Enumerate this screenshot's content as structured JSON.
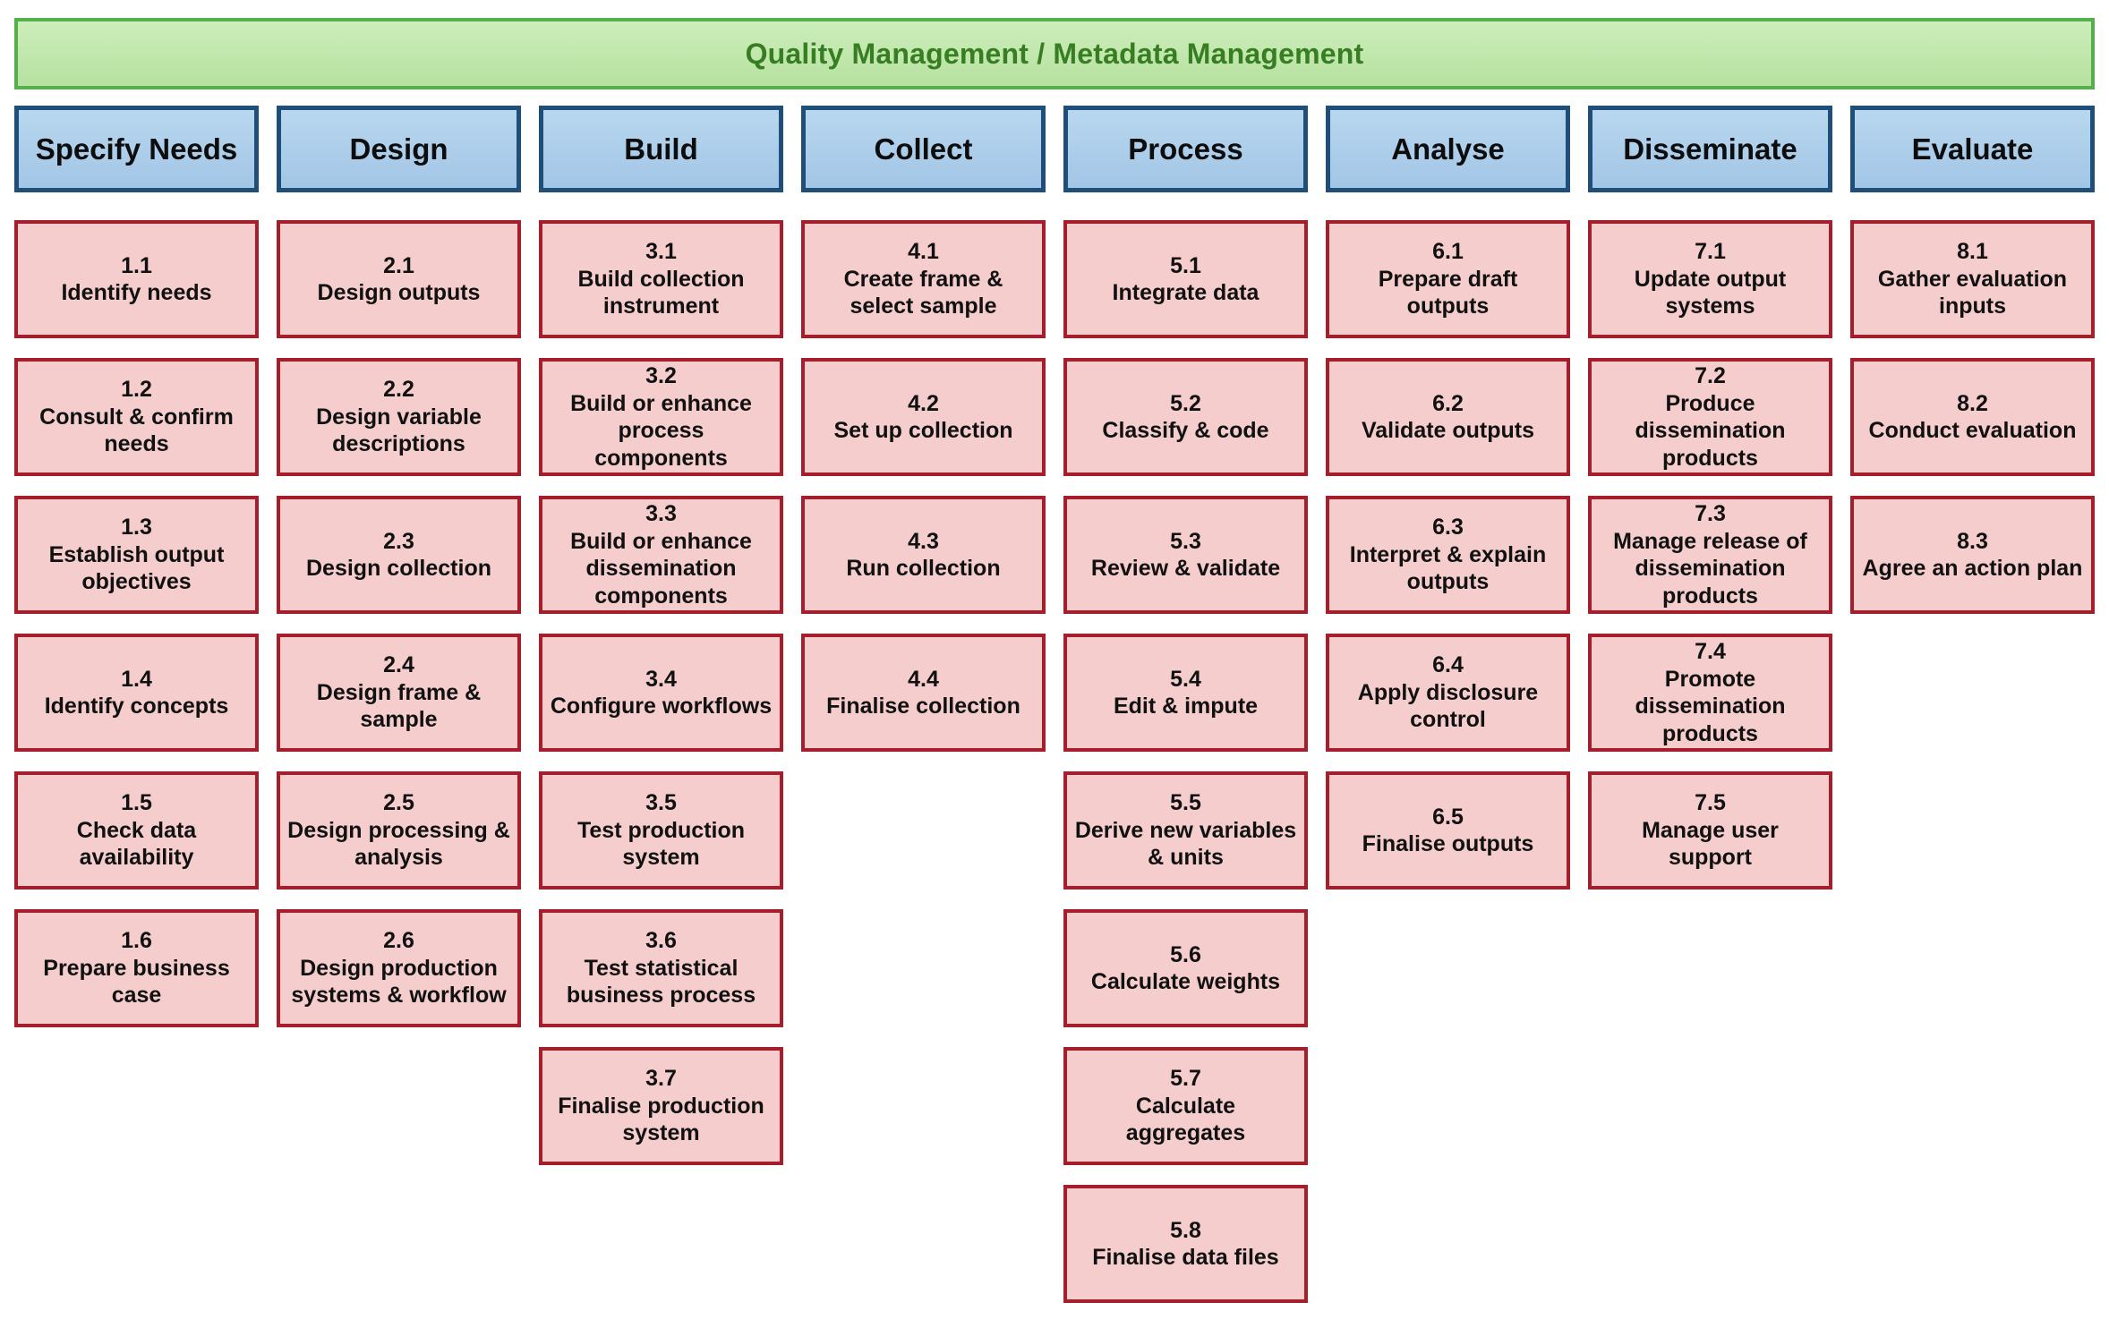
{
  "banner": {
    "label": "Quality Management / Metadata Management"
  },
  "colors": {
    "banner_fill": "#b6e1a0",
    "banner_border": "#55b04c",
    "banner_text": "#377d22",
    "phase_fill": "#a2c6e6",
    "phase_border": "#1f4e79",
    "task_fill": "#f5cdcd",
    "task_border": "#a61e2b",
    "text": "#0d0d0d"
  },
  "phases": [
    {
      "label": "Specify Needs",
      "tasks": [
        {
          "num": "1.1",
          "label": "Identify needs"
        },
        {
          "num": "1.2",
          "label": "Consult & confirm needs"
        },
        {
          "num": "1.3",
          "label": "Establish output objectives"
        },
        {
          "num": "1.4",
          "label": "Identify concepts"
        },
        {
          "num": "1.5",
          "label": "Check data availability"
        },
        {
          "num": "1.6",
          "label": "Prepare business case"
        }
      ]
    },
    {
      "label": "Design",
      "tasks": [
        {
          "num": "2.1",
          "label": "Design outputs"
        },
        {
          "num": "2.2",
          "label": "Design variable descriptions"
        },
        {
          "num": "2.3",
          "label": "Design collection"
        },
        {
          "num": "2.4",
          "label": "Design frame & sample"
        },
        {
          "num": "2.5",
          "label": "Design processing & analysis"
        },
        {
          "num": "2.6",
          "label": "Design production systems & workflow"
        }
      ]
    },
    {
      "label": "Build",
      "tasks": [
        {
          "num": "3.1",
          "label": "Build collection instrument"
        },
        {
          "num": "3.2",
          "label": "Build or enhance process components"
        },
        {
          "num": "3.3",
          "label": "Build or enhance dissemination components"
        },
        {
          "num": "3.4",
          "label": "Configure workflows"
        },
        {
          "num": "3.5",
          "label": "Test production system"
        },
        {
          "num": "3.6",
          "label": "Test statistical business process"
        },
        {
          "num": "3.7",
          "label": "Finalise production system"
        }
      ]
    },
    {
      "label": "Collect",
      "tasks": [
        {
          "num": "4.1",
          "label": "Create frame & select sample"
        },
        {
          "num": "4.2",
          "label": "Set up collection"
        },
        {
          "num": "4.3",
          "label": "Run collection"
        },
        {
          "num": "4.4",
          "label": "Finalise collection"
        }
      ]
    },
    {
      "label": "Process",
      "tasks": [
        {
          "num": "5.1",
          "label": "Integrate data"
        },
        {
          "num": "5.2",
          "label": "Classify & code"
        },
        {
          "num": "5.3",
          "label": "Review & validate"
        },
        {
          "num": "5.4",
          "label": "Edit & impute"
        },
        {
          "num": "5.5",
          "label": "Derive new variables & units"
        },
        {
          "num": "5.6",
          "label": "Calculate weights"
        },
        {
          "num": "5.7",
          "label": "Calculate aggregates"
        },
        {
          "num": "5.8",
          "label": "Finalise data files"
        }
      ]
    },
    {
      "label": "Analyse",
      "tasks": [
        {
          "num": "6.1",
          "label": "Prepare draft outputs"
        },
        {
          "num": "6.2",
          "label": "Validate outputs"
        },
        {
          "num": "6.3",
          "label": "Interpret & explain outputs"
        },
        {
          "num": "6.4",
          "label": "Apply disclosure control"
        },
        {
          "num": "6.5",
          "label": "Finalise outputs"
        }
      ]
    },
    {
      "label": "Disseminate",
      "tasks": [
        {
          "num": "7.1",
          "label": "Update output systems"
        },
        {
          "num": "7.2",
          "label": "Produce dissemination products"
        },
        {
          "num": "7.3",
          "label": "Manage release of dissemination products"
        },
        {
          "num": "7.4",
          "label": "Promote dissemination products"
        },
        {
          "num": "7.5",
          "label": "Manage user support"
        }
      ]
    },
    {
      "label": "Evaluate",
      "tasks": [
        {
          "num": "8.1",
          "label": "Gather evaluation inputs"
        },
        {
          "num": "8.2",
          "label": "Conduct evaluation"
        },
        {
          "num": "8.3",
          "label": "Agree an action plan"
        }
      ]
    }
  ]
}
